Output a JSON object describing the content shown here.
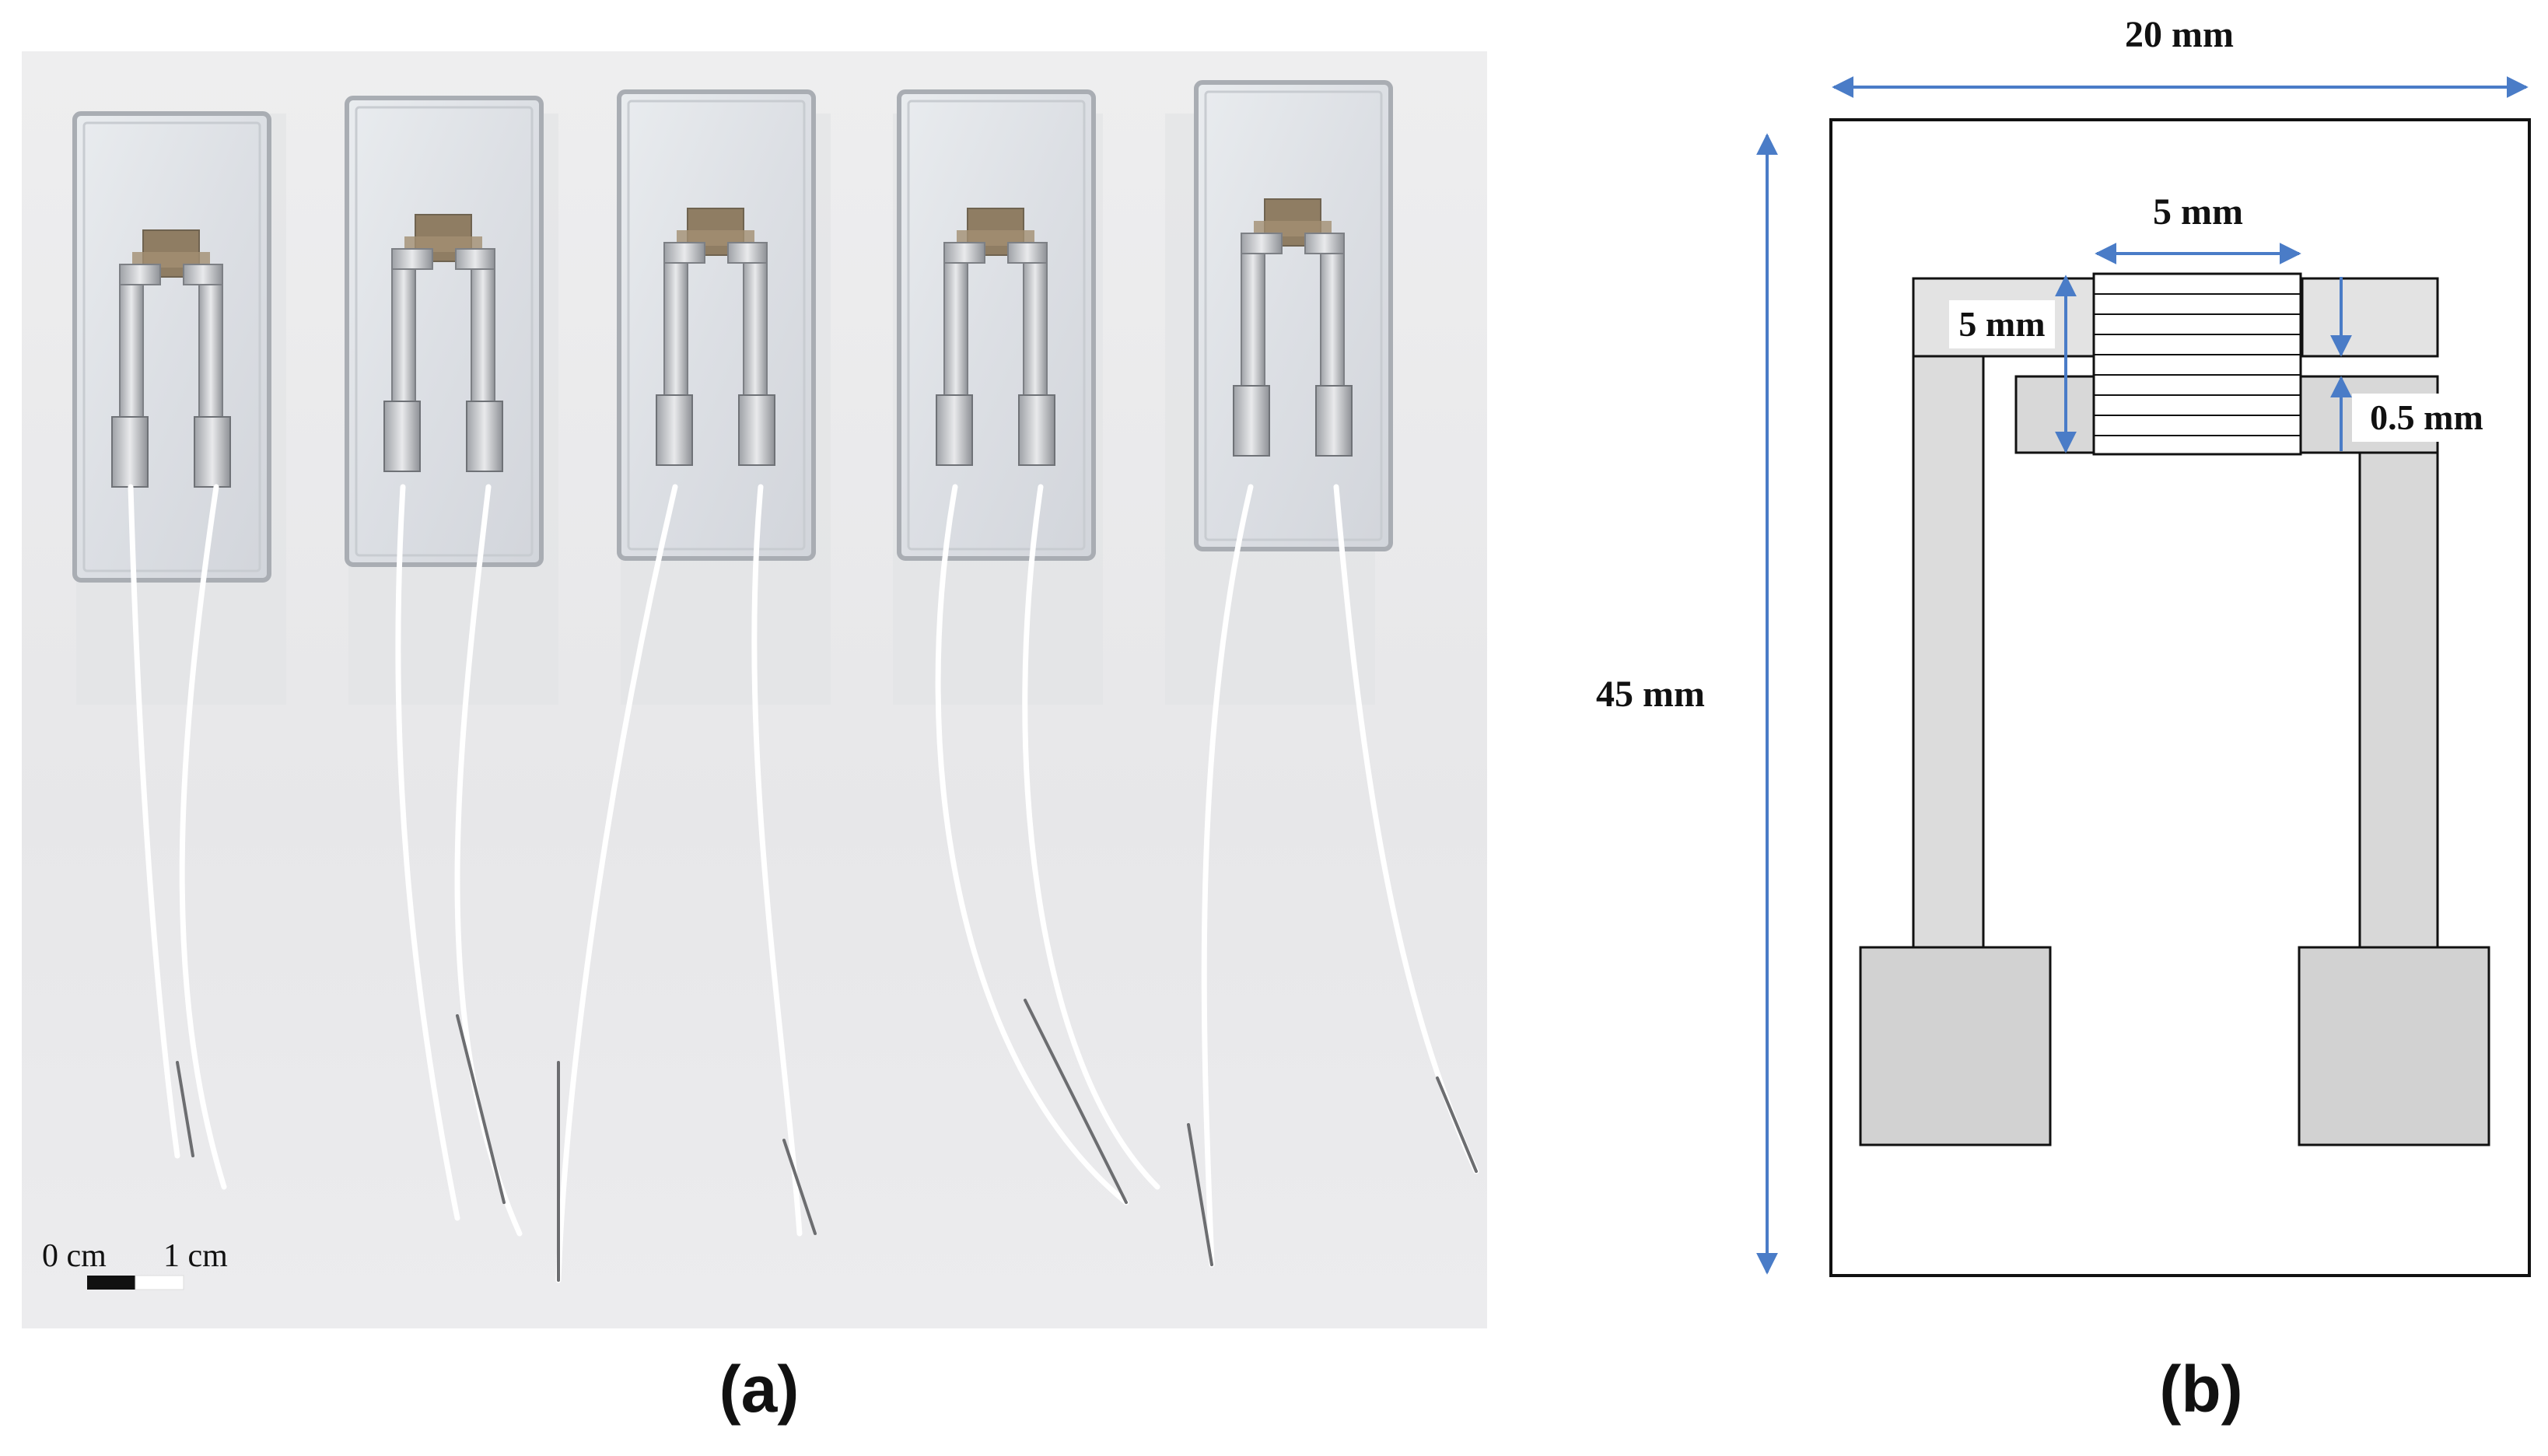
{
  "panel_a": {
    "caption": "(a)",
    "scale_bar": {
      "start_label": "0 cm",
      "end_label": "1 cm"
    },
    "sensor_count": 5
  },
  "panel_b": {
    "caption": "(b)",
    "dimensions": {
      "width": "20 mm",
      "height": "45 mm",
      "gap_width": "5 mm",
      "gap_height": "5 mm",
      "gap_spacing": "0.5 mm"
    }
  },
  "colors": {
    "arrow": "#4a7cc7",
    "electrode": "#dcdcdc",
    "pad": "#d2d2d2",
    "outline": "#111111"
  }
}
